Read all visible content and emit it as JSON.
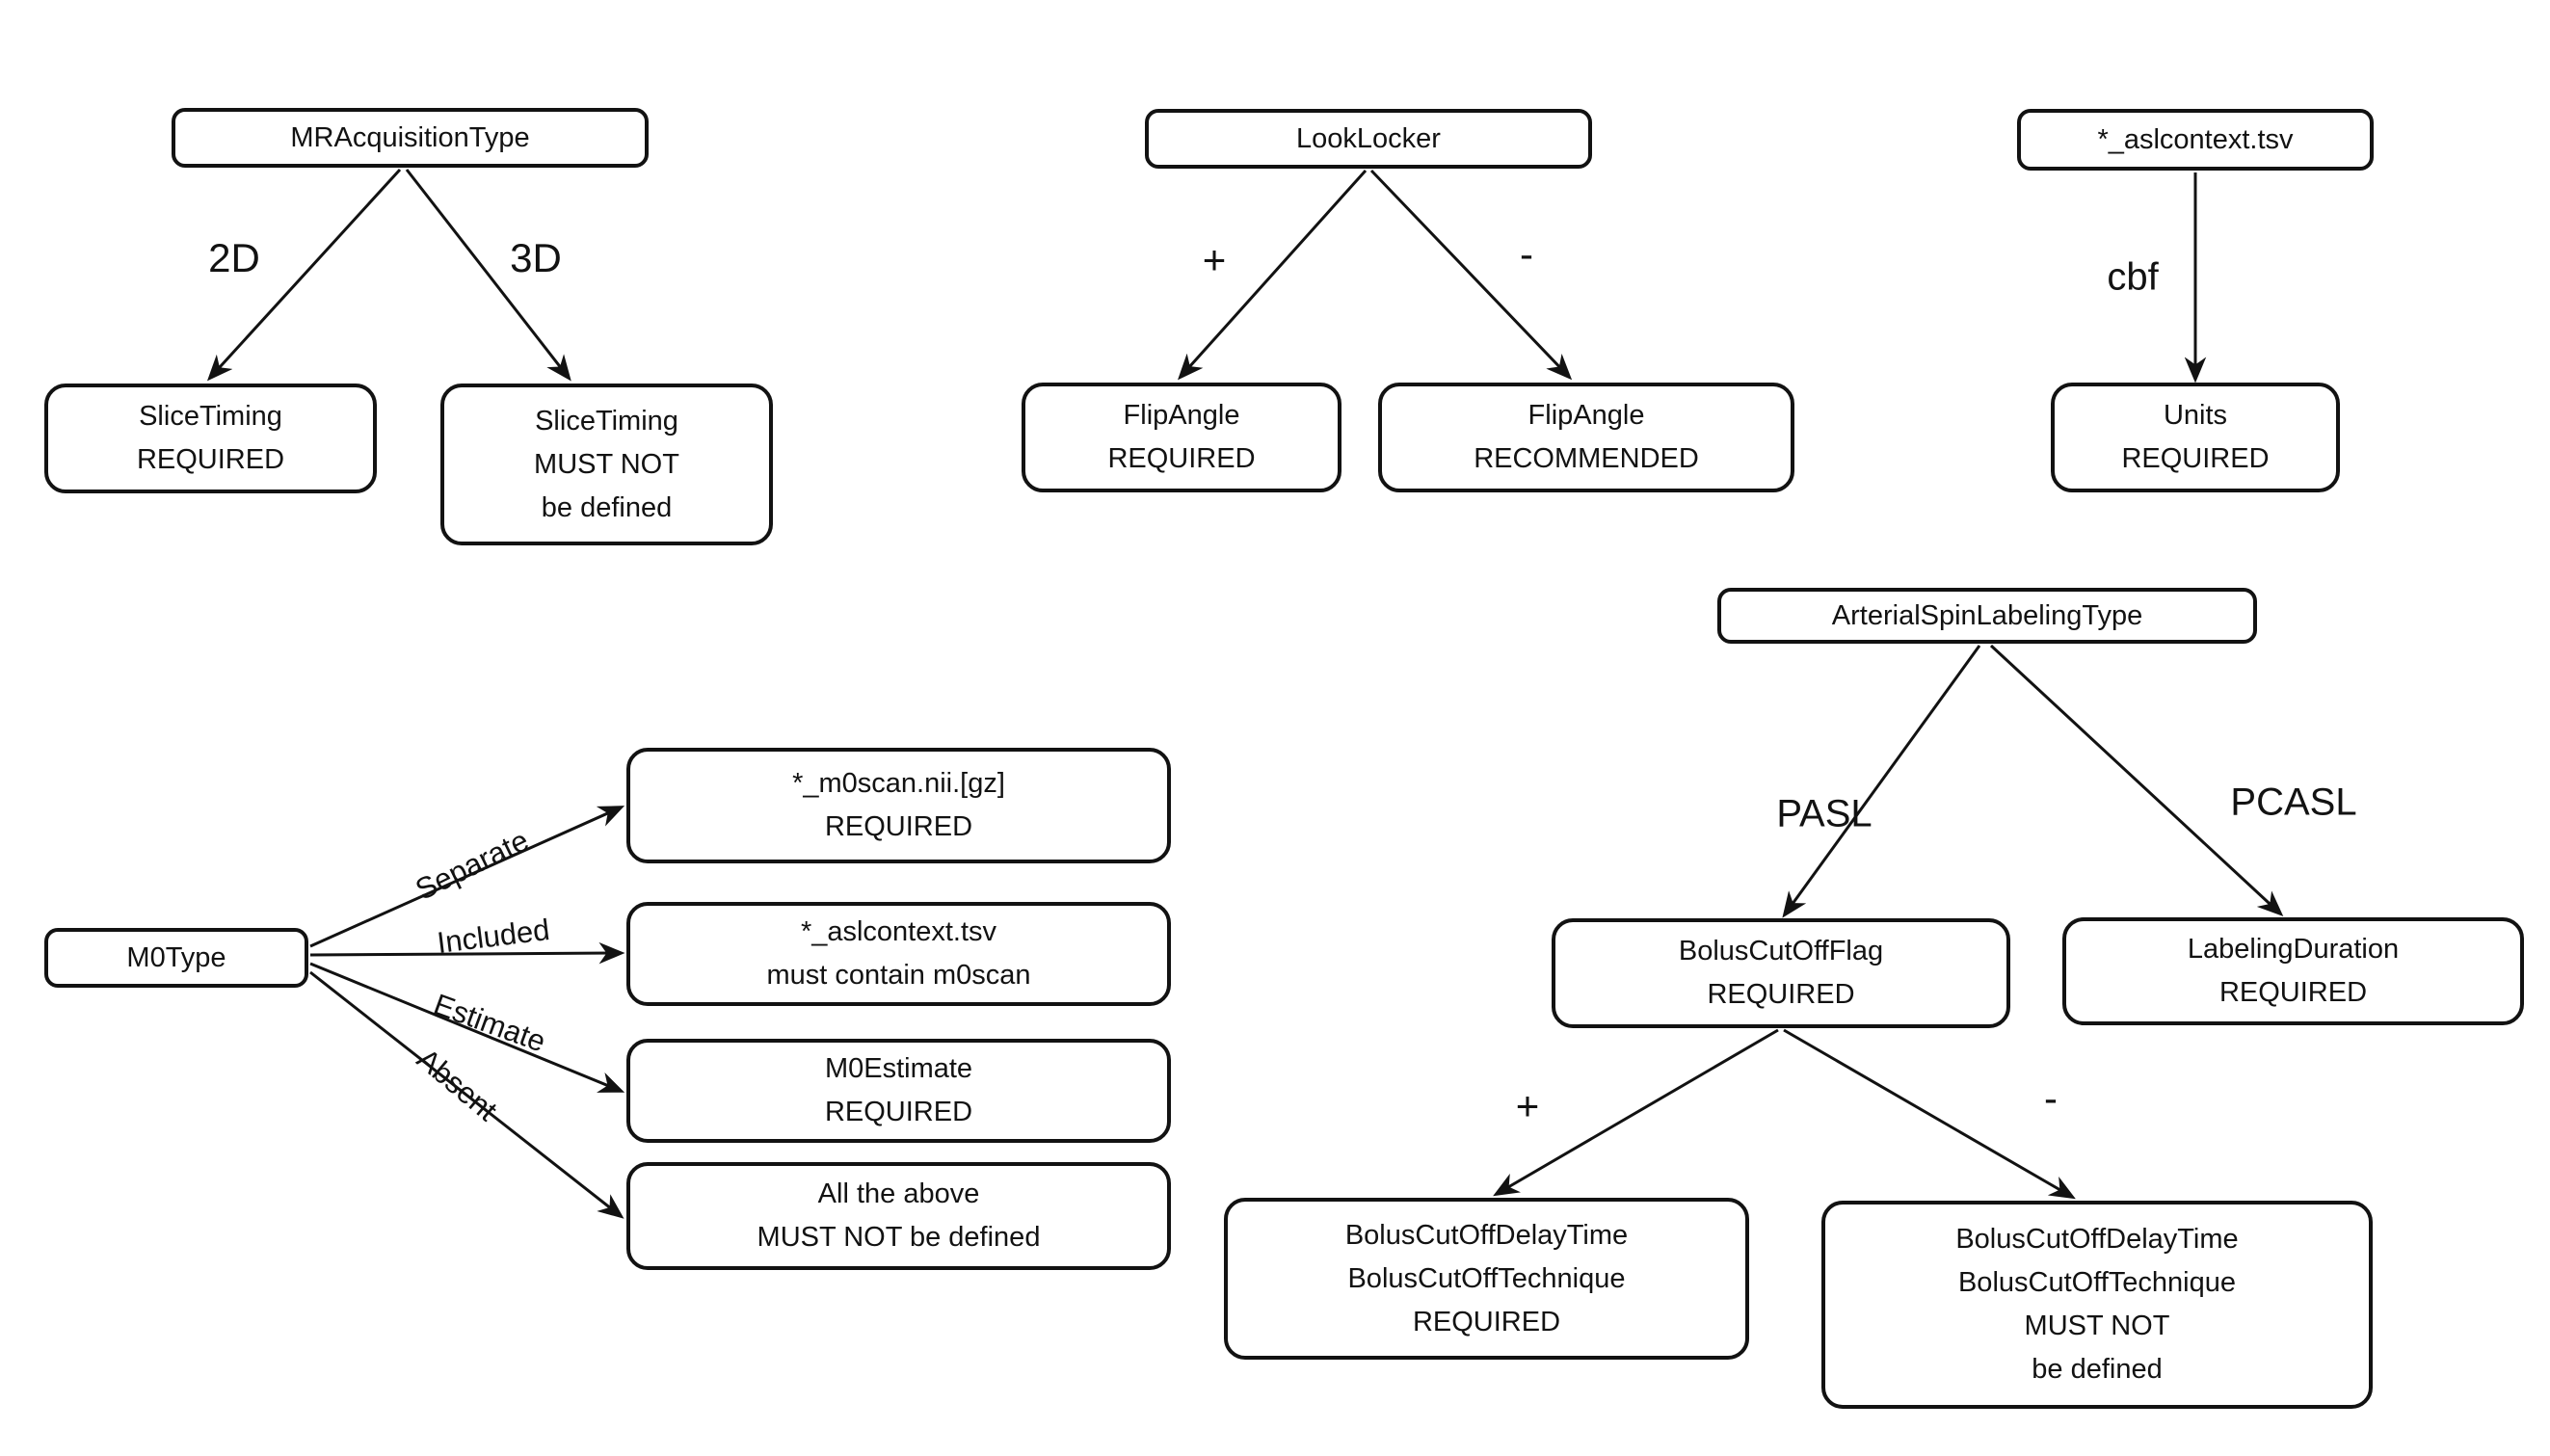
{
  "diagram": {
    "colors": {
      "background": "#ffffff",
      "stroke": "#121212",
      "text": "#121212"
    },
    "nodes": {
      "mr_acquisition_type": {
        "lines": [
          "MRAcquisitionType"
        ]
      },
      "slice_timing_required": {
        "lines": [
          "SliceTiming",
          "REQUIRED"
        ]
      },
      "slice_timing_must_not": {
        "lines": [
          "SliceTiming",
          "MUST NOT",
          "be defined"
        ]
      },
      "look_locker": {
        "lines": [
          "LookLocker"
        ]
      },
      "flip_angle_required": {
        "lines": [
          "FlipAngle",
          "REQUIRED"
        ]
      },
      "flip_angle_recommended": {
        "lines": [
          "FlipAngle",
          "RECOMMENDED"
        ]
      },
      "aslcontext_tsv": {
        "lines": [
          "*_aslcontext.tsv"
        ]
      },
      "units_required": {
        "lines": [
          "Units",
          "REQUIRED"
        ]
      },
      "m0_type": {
        "lines": [
          "M0Type"
        ]
      },
      "m0scan_required": {
        "lines": [
          "*_m0scan.nii.[gz]",
          "REQUIRED"
        ]
      },
      "aslcontext_m0scan": {
        "lines": [
          "*_aslcontext.tsv",
          "must contain m0scan"
        ]
      },
      "m0_estimate_required": {
        "lines": [
          "M0Estimate",
          "REQUIRED"
        ]
      },
      "all_above_must_not": {
        "lines": [
          "All the above",
          "MUST NOT be defined"
        ]
      },
      "asl_type": {
        "lines": [
          "ArterialSpinLabelingType"
        ]
      },
      "bolus_cutoff_flag": {
        "lines": [
          "BolusCutOffFlag",
          "REQUIRED"
        ]
      },
      "labeling_duration": {
        "lines": [
          "LabelingDuration",
          "REQUIRED"
        ]
      },
      "bolus_cutoff_required": {
        "lines": [
          "BolusCutOffDelayTime",
          "BolusCutOffTechnique",
          "REQUIRED"
        ]
      },
      "bolus_cutoff_must_not": {
        "lines": [
          "BolusCutOffDelayTime",
          "BolusCutOffTechnique",
          "MUST NOT",
          "be defined"
        ]
      }
    },
    "edges": {
      "mr_2d": {
        "label": "2D"
      },
      "mr_3d": {
        "label": "3D"
      },
      "ll_plus": {
        "label": "+"
      },
      "ll_minus": {
        "label": "-"
      },
      "cbf": {
        "label": "cbf"
      },
      "m0_separate": {
        "label": "Separate"
      },
      "m0_included": {
        "label": "Included"
      },
      "m0_estimate": {
        "label": "Estimate"
      },
      "m0_absent": {
        "label": "Absent"
      },
      "pasl": {
        "label": "PASL"
      },
      "pcasl": {
        "label": "PCASL"
      },
      "bc_plus": {
        "label": "+"
      },
      "bc_minus": {
        "label": "-"
      }
    }
  }
}
